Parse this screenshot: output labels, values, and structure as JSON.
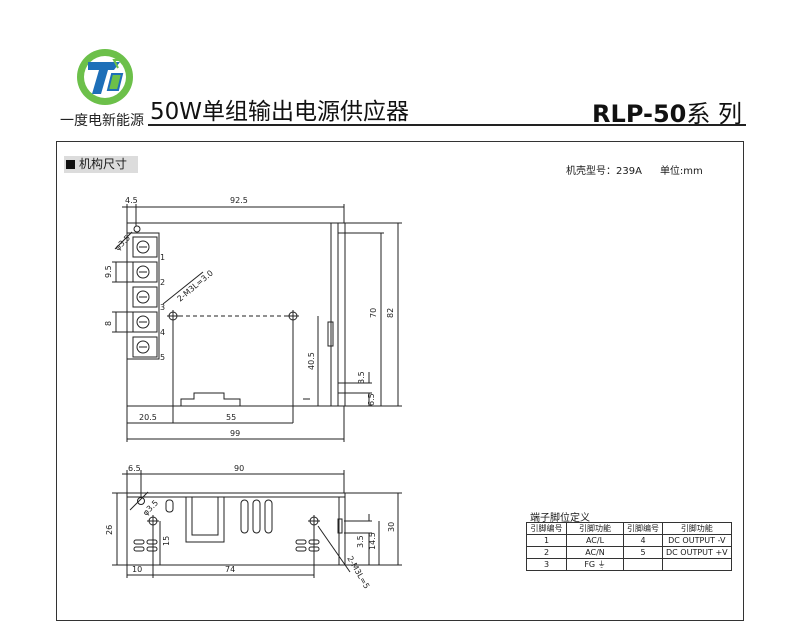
{
  "brand": {
    "company_name": "一度电新能源"
  },
  "header": {
    "product_title": "50W单组输出电源供应器",
    "series_model": "RLP-50",
    "series_suffix": "系 列"
  },
  "section": {
    "title": "机构尺寸",
    "case_model": "机壳型号：239A",
    "unit": "单位:mm"
  },
  "front_view": {
    "dims": {
      "d_4_5": "4.5",
      "d_92_5": "92.5",
      "d_hole": "φ3.5",
      "d_9_5": "9.5",
      "d_8": "8",
      "d_screw": "2-M3L=3.0",
      "d_70": "70",
      "d_82": "82",
      "d_40_5": "40.5",
      "d_3_5": "3.5",
      "d_6_5": "6.5",
      "d_20_5": "20.5",
      "d_55": "55",
      "d_99": "99"
    },
    "terminals": [
      "1",
      "2",
      "3",
      "4",
      "5"
    ]
  },
  "side_view": {
    "dims": {
      "d_6_5": "6.5",
      "d_90": "90",
      "d_hole": "φ3.5",
      "d_26": "26",
      "d_15": "15",
      "d_3_5": "3.5",
      "d_14_5": "14.5",
      "d_30": "30",
      "d_10": "10",
      "d_74": "74",
      "d_screw": "2-M3L=5"
    }
  },
  "pin_table": {
    "caption": "端子脚位定义",
    "headers": [
      "引脚编号",
      "引脚功能",
      "引脚编号",
      "引脚功能"
    ],
    "rows": [
      [
        "1",
        "AC/L",
        "4",
        "DC OUTPUT -V"
      ],
      [
        "2",
        "AC/N",
        "5",
        "DC OUTPUT +V"
      ],
      [
        "3",
        "FG ⏚",
        "",
        ""
      ]
    ]
  },
  "colors": {
    "line": "#222222",
    "header_bg": "#dcdcdc",
    "logo_green": "#6cc04a",
    "logo_blue": "#1d6fb8"
  }
}
